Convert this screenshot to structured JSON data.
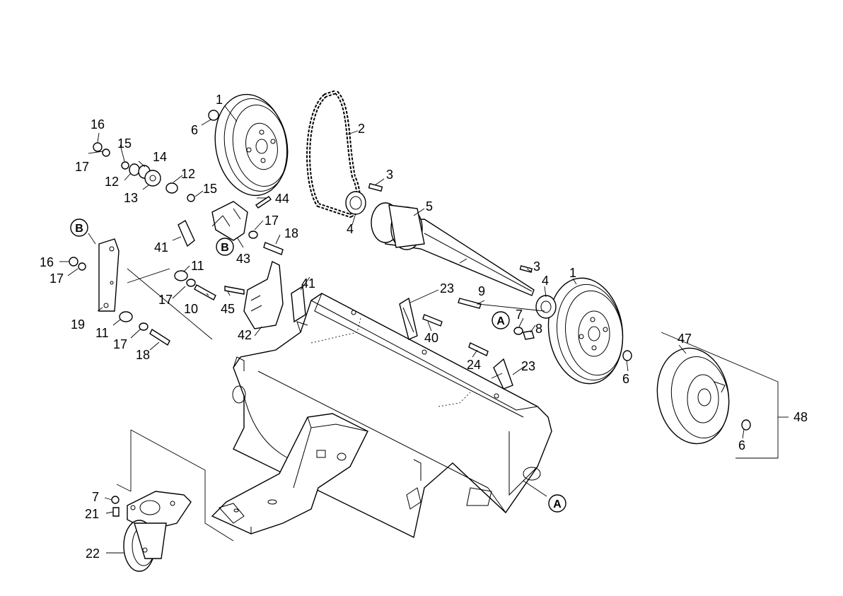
{
  "labels": {
    "l1a": "1",
    "l1b": "1",
    "l2": "2",
    "l3a": "3",
    "l3b": "3",
    "l4a": "4",
    "l4b": "4",
    "l5": "5",
    "l6a": "6",
    "l6b": "6",
    "l6c": "6",
    "l7a": "7",
    "l7b": "7",
    "l8": "8",
    "l9": "9",
    "l10": "10",
    "l11a": "11",
    "l11b": "11",
    "l12a": "12",
    "l12b": "12",
    "l13": "13",
    "l14": "14",
    "l15a": "15",
    "l15b": "15",
    "l16a": "16",
    "l16b": "16",
    "l17a": "17",
    "l17b": "17",
    "l17c": "17",
    "l17d": "17",
    "l17e": "17",
    "l18a": "18",
    "l18b": "18",
    "l19": "19",
    "l21": "21",
    "l22": "22",
    "l23a": "23",
    "l23b": "23",
    "l24": "24",
    "l40": "40",
    "l41a": "41",
    "l41b": "41",
    "l42": "42",
    "l43": "43",
    "l44": "44",
    "l45": "45",
    "l47": "47",
    "l48": "48"
  },
  "callouts": {
    "a1": "A",
    "a2": "A",
    "b1": "B",
    "b2": "B"
  }
}
